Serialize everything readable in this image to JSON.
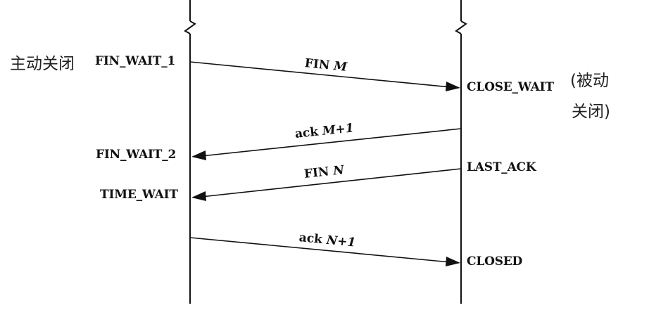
{
  "client": {
    "side_note": "主动关闭",
    "states": {
      "fin_wait_1": "FIN_WAIT_1",
      "fin_wait_2": "FIN_WAIT_2",
      "time_wait": "TIME_WAIT"
    }
  },
  "server": {
    "side_note_line1": "(被动",
    "side_note_line2": "关闭)",
    "states": {
      "close_wait": "CLOSE_WAIT",
      "last_ack": "LAST_ACK",
      "closed": "CLOSED"
    }
  },
  "messages": [
    {
      "prefix": "FIN ",
      "seq": "M",
      "direction": "client-to-server"
    },
    {
      "prefix": "ack ",
      "seq": "M+1",
      "direction": "server-to-client"
    },
    {
      "prefix": "FIN ",
      "seq": "N",
      "direction": "server-to-client"
    },
    {
      "prefix": "ack ",
      "seq": "N+1",
      "direction": "client-to-server"
    }
  ]
}
